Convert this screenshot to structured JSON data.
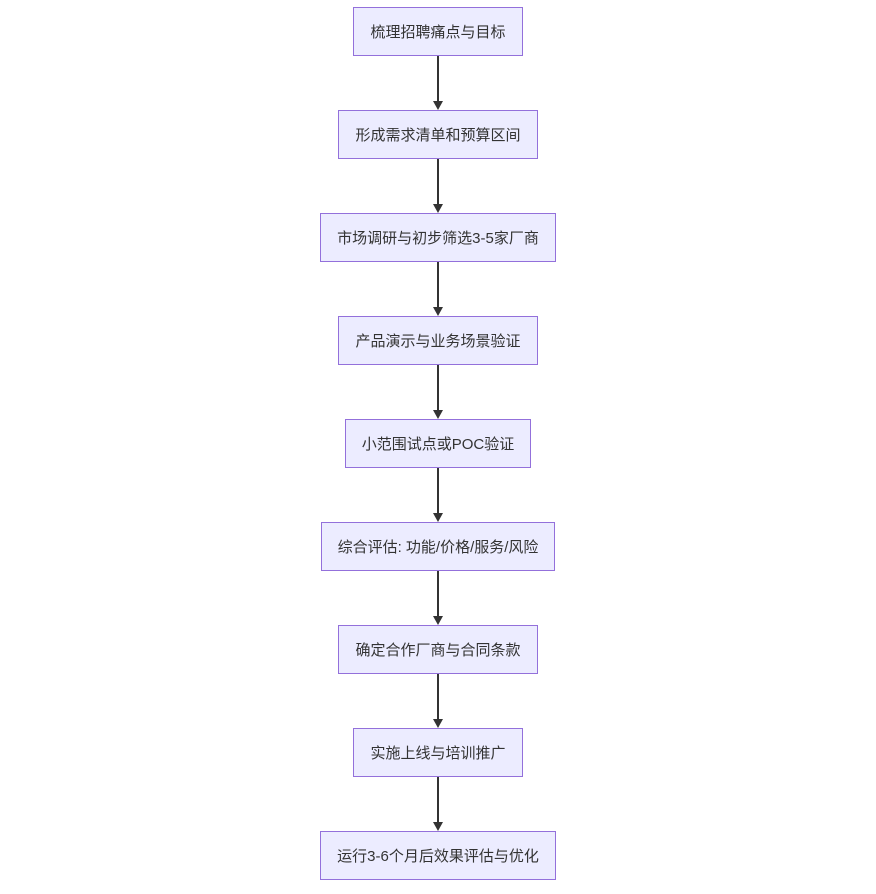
{
  "diagram": {
    "type": "flowchart",
    "direction": "top-down",
    "nodes": [
      {
        "id": "step-1",
        "label": "梳理招聘痛点与目标"
      },
      {
        "id": "step-2",
        "label": "形成需求清单和预算区间"
      },
      {
        "id": "step-3",
        "label": "市场调研与初步筛选3-5家厂商"
      },
      {
        "id": "step-4",
        "label": "产品演示与业务场景验证"
      },
      {
        "id": "step-5",
        "label": "小范围试点或POC验证"
      },
      {
        "id": "step-6",
        "label": "综合评估: 功能/价格/服务/风险"
      },
      {
        "id": "step-7",
        "label": "确定合作厂商与合同条款"
      },
      {
        "id": "step-8",
        "label": "实施上线与培训推广"
      },
      {
        "id": "step-9",
        "label": "运行3-6个月后效果评估与优化"
      }
    ],
    "edges": [
      {
        "from": "step-1",
        "to": "step-2"
      },
      {
        "from": "step-2",
        "to": "step-3"
      },
      {
        "from": "step-3",
        "to": "step-4"
      },
      {
        "from": "step-4",
        "to": "step-5"
      },
      {
        "from": "step-5",
        "to": "step-6"
      },
      {
        "from": "step-6",
        "to": "step-7"
      },
      {
        "from": "step-7",
        "to": "step-8"
      },
      {
        "from": "step-8",
        "to": "step-9"
      }
    ]
  },
  "colors": {
    "node_fill": "#ECECFF",
    "node_border": "#9370DB",
    "text": "#333333",
    "arrow": "#333333",
    "background": "#FFFFFF"
  }
}
